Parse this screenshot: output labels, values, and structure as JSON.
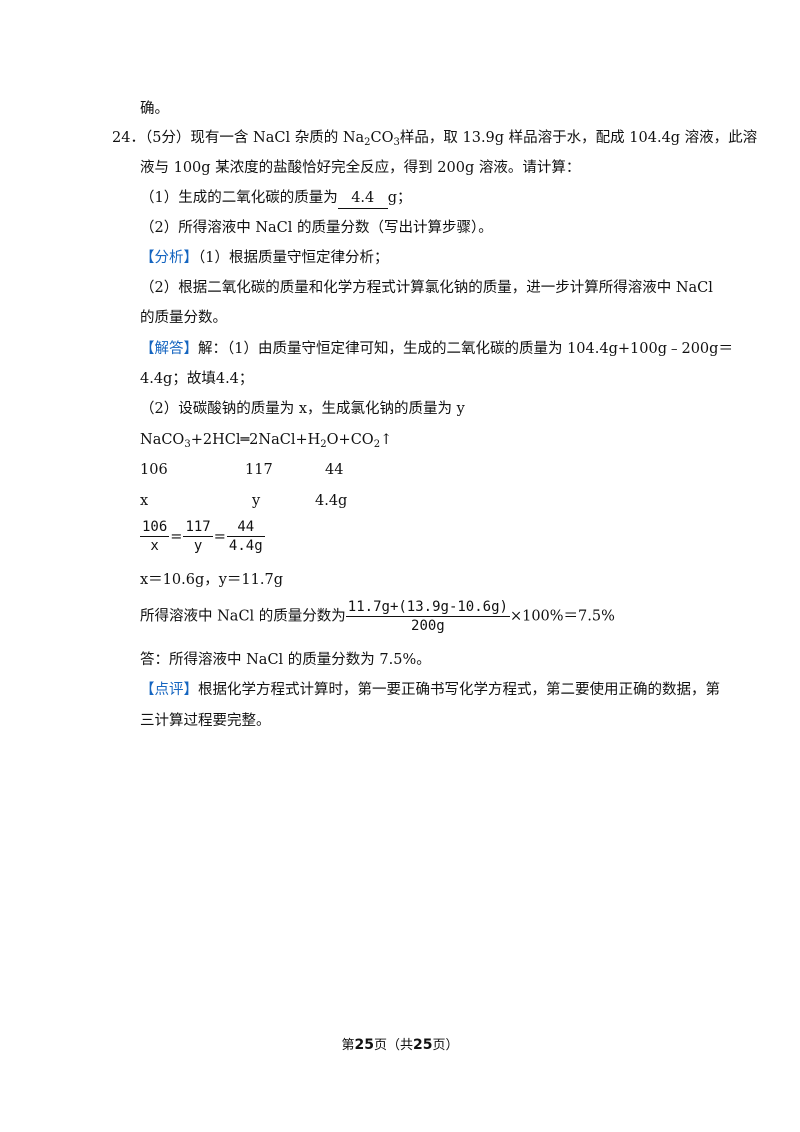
{
  "lines": {
    "l0": "确。",
    "q_num": "24．",
    "q_a": "（5分）现有一含 NaCl 杂质的 Na",
    "q_sub2": "2",
    "q_b": "CO",
    "q_sub3": "3",
    "q_c": "样品，取 13.9g 样品溶于水，配成 104.4g 溶液，此溶",
    "q2": "液与 100g 某浓度的盐酸恰好完全反应，得到 200g 溶液。请计算：",
    "p1_a": "（1）生成的二氧化碳的质量为",
    "p1_ans": "4.4",
    "p1_b": "g；",
    "p2": "（2）所得溶液中 NaCl 的质量分数（写出计算步骤）。",
    "fx_tag": "【分析】",
    "fx_1": "（1）根据质量守恒定律分析；",
    "fx_2": "（2）根据二氧化碳的质量和化学方程式计算氯化钠的质量，进一步计算所得溶液中 NaCl",
    "fx_3": "的质量分数。",
    "jd_tag": "【解答】",
    "jd_1": "解：（1）由质量守恒定律可知，生成的二氧化碳的质量为 104.4g+100g﹣200g＝",
    "jd_2": "4.4g；故填4.4；",
    "jd_3": "（2）设碳酸钠的质量为 x，生成氯化钠的质量为 y",
    "eq_a": "NaCO",
    "eq_s3": "3",
    "eq_b": "+2HCl═2NaCl+H",
    "eq_s2": "2",
    "eq_c": "O+CO",
    "eq_s2b": "2",
    "eq_d": "↑",
    "r1_a": "106",
    "r1_b": "117",
    "r1_c": "44",
    "r2_a": "x",
    "r2_b": "y",
    "r2_c": "4.4g",
    "f1_num": "106",
    "f1_den": "x",
    "f2_num": "117",
    "f2_den": "y",
    "f3_num": "44",
    "f3_den": "4.4g",
    "eqsign": "=",
    "res": "x＝10.6g，y＝11.7g",
    "mf_a": "所得溶液中 NaCl 的质量分数为",
    "mf_num": "11.7g+(13.9g-10.6g)",
    "mf_den": "200g",
    "mf_b": "×100%＝7.5%",
    "ans": "答：所得溶液中 NaCl 的质量分数为 7.5%。",
    "dp_tag": "【点评】",
    "dp_1": "根据化学方程式计算时，第一要正确书写化学方程式，第二要使用正确的数据，第",
    "dp_2": "三计算过程要完整。"
  },
  "footer": {
    "pre": "第",
    "page": "25",
    "mid": "页（共",
    "total": "25",
    "post": "页）"
  }
}
